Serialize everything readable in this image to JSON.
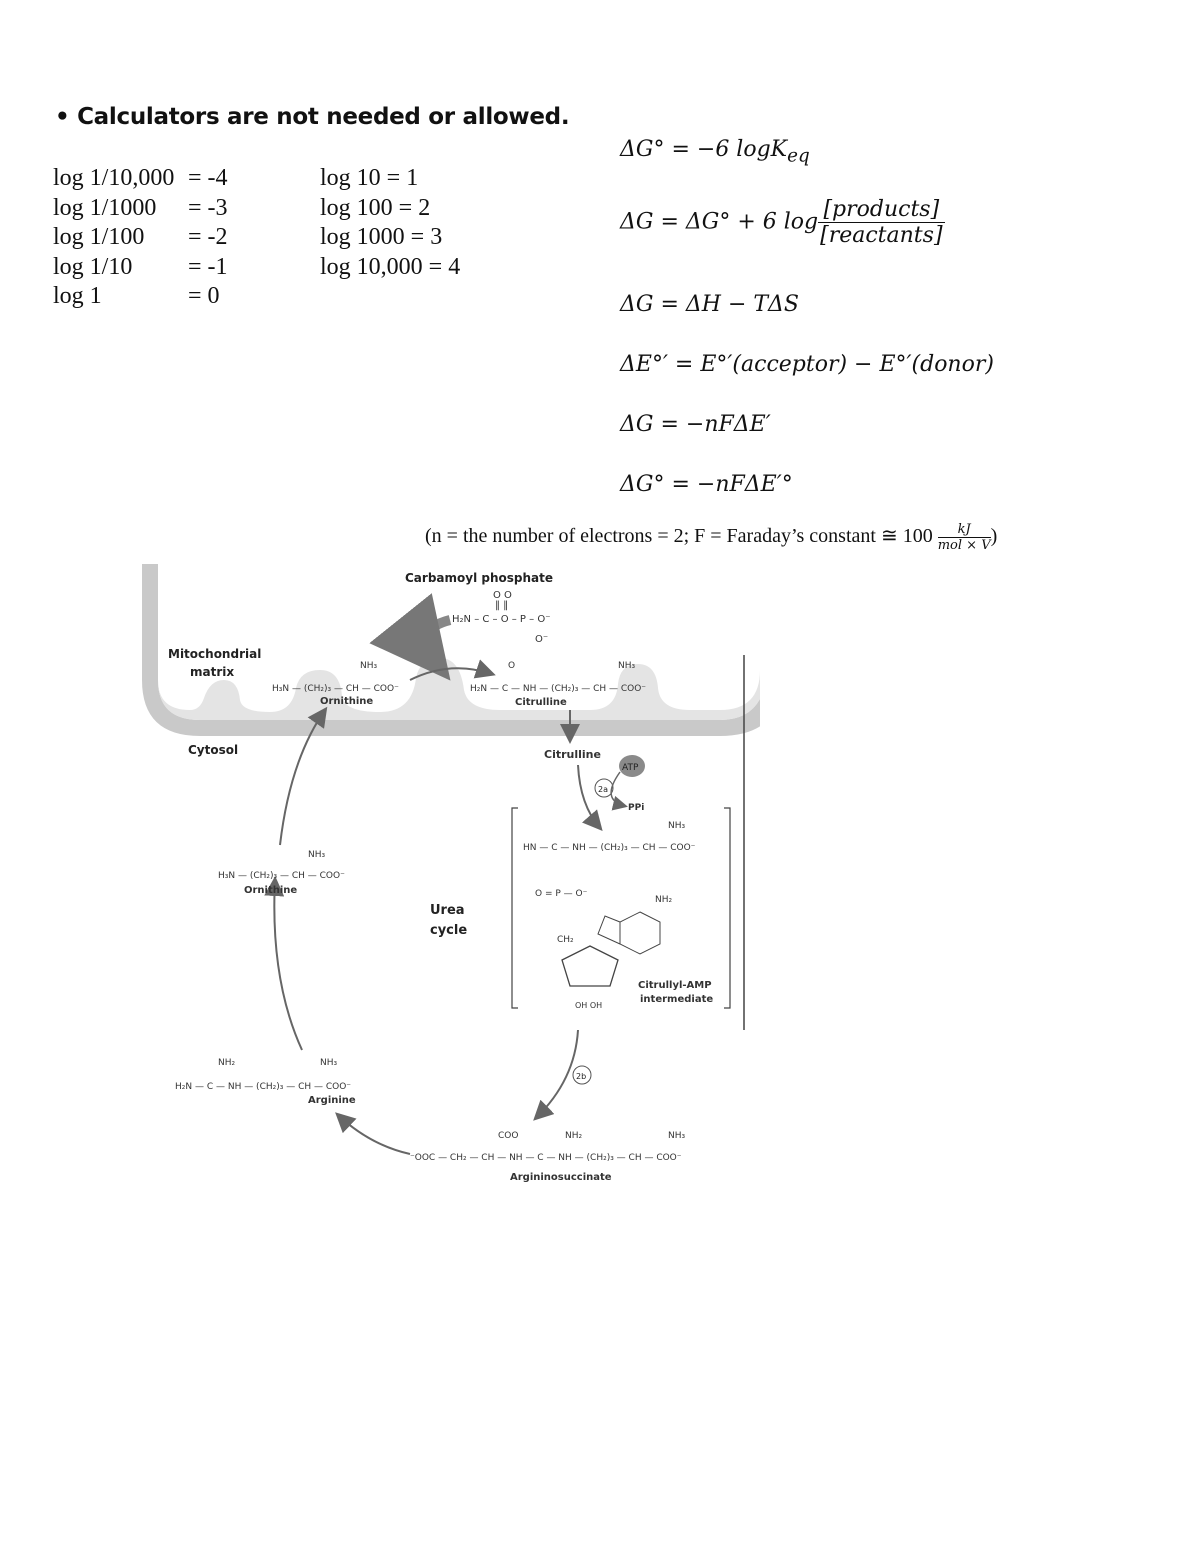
{
  "headline": "• Calculators are not needed or allowed.",
  "log_table": {
    "left": [
      {
        "lhs": "log 1/10,000",
        "rhs": "= -4"
      },
      {
        "lhs": "log 1/1000",
        "rhs": "= -3"
      },
      {
        "lhs": "log 1/100",
        "rhs": "= -2"
      },
      {
        "lhs": "log 1/10",
        "rhs": "= -1"
      },
      {
        "lhs": "log 1",
        "rhs": "= 0"
      }
    ],
    "right": [
      "log 10 = 1",
      "log 100 = 2",
      "log 1000 = 3",
      "log 10,000 = 4"
    ]
  },
  "equations": {
    "eq1": "ΔG° = −6 logK",
    "eq1_sub": "eq",
    "eq2_lhs": "ΔG = ΔG° + 6 log",
    "eq2_num": "[products]",
    "eq2_den": "[reactants]",
    "eq3": "ΔG = ΔH − TΔS",
    "eq4": "ΔE°′ = E°′(acceptor) − E°′(donor)",
    "eq5": "ΔG = −nFΔE′",
    "eq6": "ΔG° = −nFΔE′°"
  },
  "note": {
    "text": "(n = the number of electrons = 2; F = Faraday’s constant ≅ 100",
    "unit_num": "kJ",
    "unit_den": "mol × V",
    "close": ")"
  },
  "diagram": {
    "carbamoyl_phosphate": "Carbamoyl phosphate",
    "mito_matrix_1": "Mitochondrial",
    "mito_matrix_2": "matrix",
    "cytosol": "Cytosol",
    "ornithine": "Ornithine",
    "citrulline": "Citrulline",
    "citrulline_cyto": "Citrulline",
    "atp": "ATP",
    "step_2a": "2a",
    "ppi": "PPi",
    "step_2b": "2b",
    "citrullyl_amp_1": "Citrullyl-AMP",
    "citrullyl_amp_2": "intermediate",
    "urea_cycle_1": "Urea",
    "urea_cycle_2": "cycle",
    "ornithine_cyto": "Ornithine",
    "arginine": "Arginine",
    "argininosuccinate": "Argininosuccinate"
  }
}
